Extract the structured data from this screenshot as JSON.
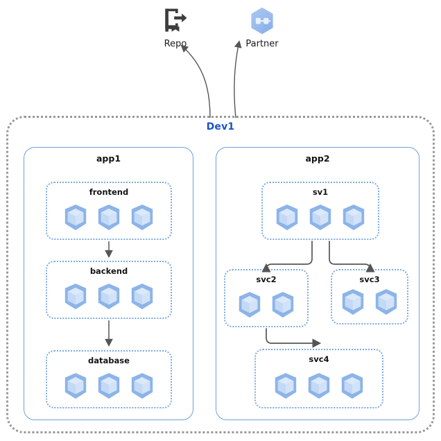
{
  "diagram": {
    "title": "Dev1",
    "boundary_label": "Dev1",
    "boundary_color": "#999999",
    "boundary_label_color": "#1a53c8",
    "app_border_color": "#6f9fe0",
    "group_border_color": "#7aa8e4",
    "pod_color": "#8cb4e8",
    "pod_face_color": "#c8dcf7",
    "arrow_color": "#555555",
    "external_nodes": [
      {
        "id": "repo",
        "label": "Repo",
        "icon": "repo-icon"
      },
      {
        "id": "partner",
        "label": "Partner",
        "icon": "partner-hexagon-icon"
      }
    ],
    "apps": [
      {
        "id": "app1",
        "label": "app1",
        "groups": [
          {
            "id": "frontend",
            "label": "frontend",
            "pods": 3
          },
          {
            "id": "backend",
            "label": "backend",
            "pods": 3
          },
          {
            "id": "database",
            "label": "database",
            "pods": 3
          }
        ]
      },
      {
        "id": "app2",
        "label": "app2",
        "groups": [
          {
            "id": "sv1",
            "label": "sv1",
            "pods": 3
          },
          {
            "id": "svc2",
            "label": "svc2",
            "pods": 2
          },
          {
            "id": "svc3",
            "label": "svc3",
            "pods": 2
          },
          {
            "id": "svc4",
            "label": "svc4",
            "pods": 3
          }
        ]
      }
    ],
    "connections": [
      {
        "from": "frontend",
        "to": "backend"
      },
      {
        "from": "backend",
        "to": "database"
      },
      {
        "from": "sv1",
        "to": "svc2"
      },
      {
        "from": "sv1",
        "to": "svc3"
      },
      {
        "from": "svc2",
        "to": "svc4"
      },
      {
        "from": "Dev1",
        "to": "repo"
      },
      {
        "from": "Dev1",
        "to": "partner"
      }
    ]
  }
}
